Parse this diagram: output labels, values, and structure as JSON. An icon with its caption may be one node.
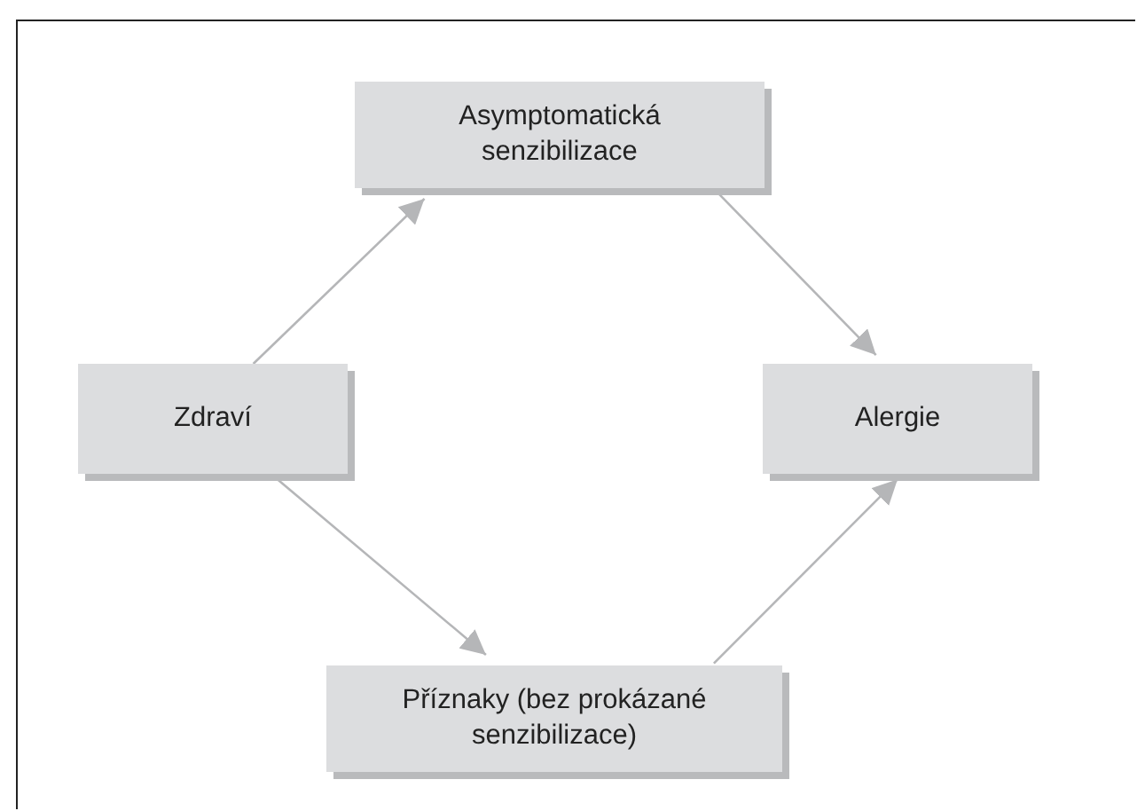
{
  "diagram": {
    "nodes": [
      {
        "text": [
          "Asymptomatická senzibilizace"
        ]
      },
      {
        "text": [
          "Zdraví"
        ]
      },
      {
        "text": [
          "Alergie"
        ]
      },
      {
        "text": [
          "Příznaky (bez prokázané senzibilizace)"
        ]
      }
    ],
    "edges": [
      {
        "from": 1,
        "to": 0,
        "arrow": "to"
      },
      {
        "from": 0,
        "to": 2,
        "arrow": "to"
      },
      {
        "from": 1,
        "to": 3,
        "arrow": "to"
      },
      {
        "from": 3,
        "to": 2,
        "arrow": "to"
      }
    ]
  }
}
